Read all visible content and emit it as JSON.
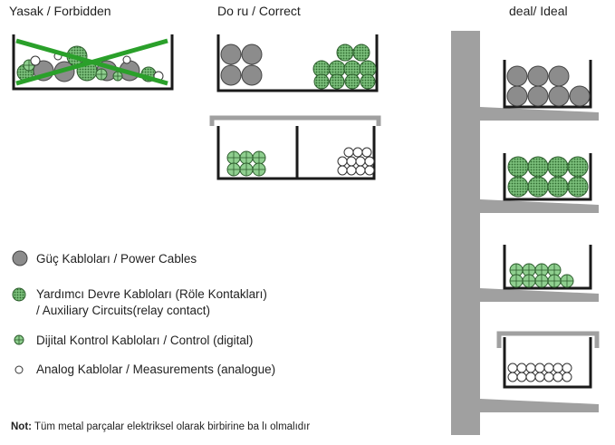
{
  "headers": {
    "forbidden": "Yasak / Forbidden",
    "correct": "Do ru / Correct",
    "ideal": "deal/ Ideal"
  },
  "legend": [
    {
      "icon": "power-cable-icon",
      "text": "Güç Kabloları / Power Cables"
    },
    {
      "icon": "auxiliary-cable-icon",
      "text": "Yardımcı Devre Kabloları (Röle Kontakları)",
      "text2": "/ Auxiliary Circuits(relay contact)"
    },
    {
      "icon": "control-cable-icon",
      "text": "Dijital Kontrol Kabloları / Control (digital)"
    },
    {
      "icon": "analog-cable-icon",
      "text": "Analog Kablolar / Measurements (analogue)"
    }
  ],
  "note": {
    "label": "Not:",
    "text": " Tüm metal parçalar elektriksel olarak birbirine ba  lı olmalıdır"
  },
  "colors": {
    "power": "#8c8c8c",
    "auxiliary": "#5a9a5a",
    "tray": "#1a1a1a",
    "structure": "#a0a0a0",
    "cross": "#2aa02a"
  }
}
